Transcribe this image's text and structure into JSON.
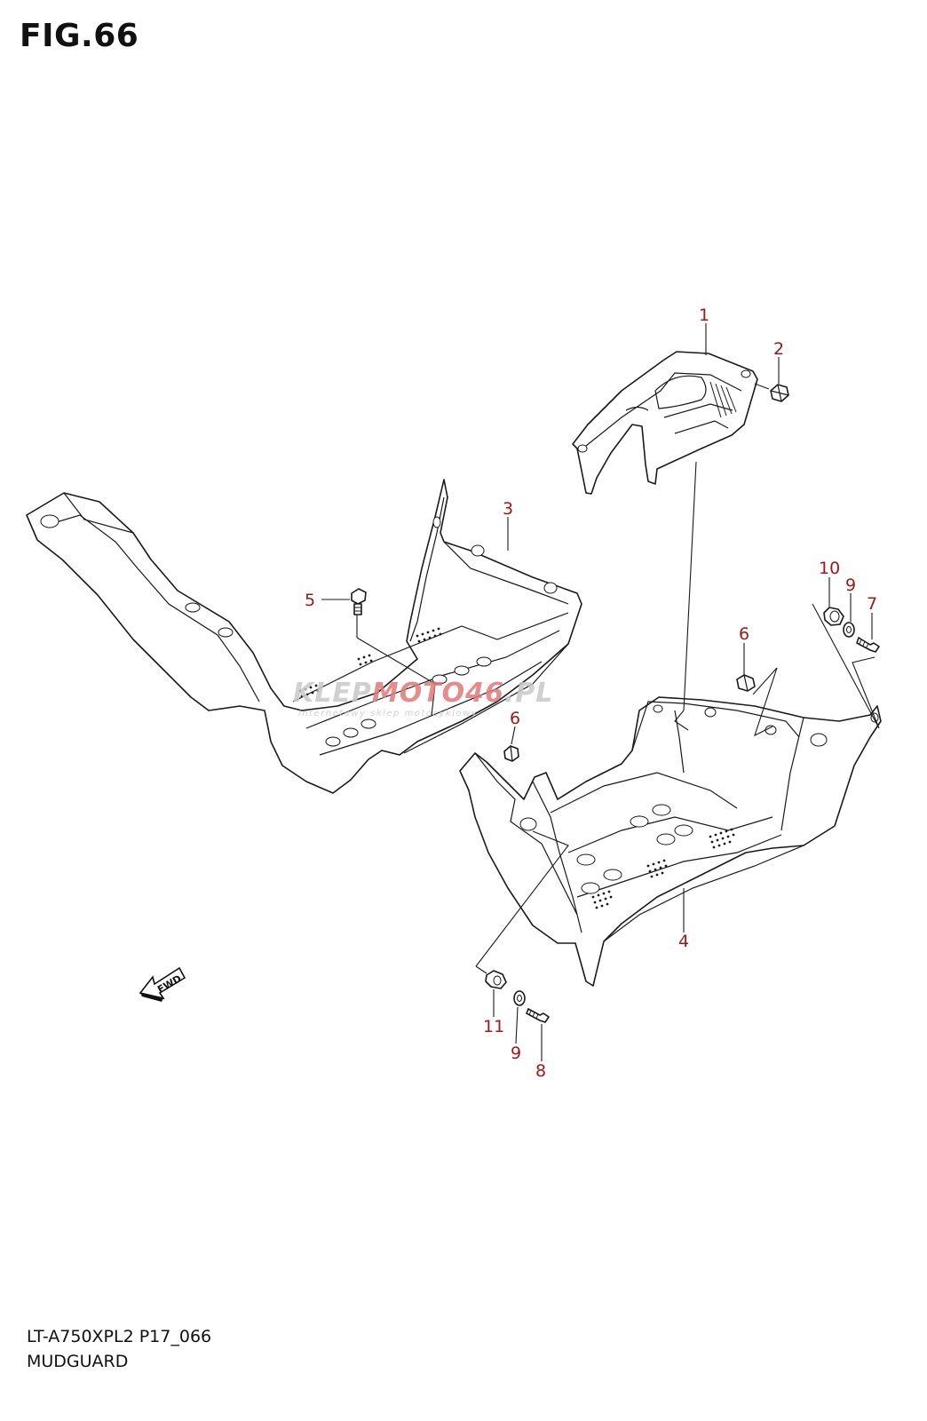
{
  "figure": {
    "title": "FIG.66",
    "model_code": "LT-A750XPL2 P17_066",
    "section_name": "MUDGUARD"
  },
  "callouts": [
    {
      "id": "c1",
      "number": "1"
    },
    {
      "id": "c2",
      "number": "2"
    },
    {
      "id": "c3",
      "number": "3"
    },
    {
      "id": "c4",
      "number": "4"
    },
    {
      "id": "c5",
      "number": "5"
    },
    {
      "id": "c6a",
      "number": "6"
    },
    {
      "id": "c6b",
      "number": "6"
    },
    {
      "id": "c7",
      "number": "7"
    },
    {
      "id": "c8",
      "number": "8"
    },
    {
      "id": "c9a",
      "number": "9"
    },
    {
      "id": "c9b",
      "number": "9"
    },
    {
      "id": "c10",
      "number": "10"
    },
    {
      "id": "c11",
      "number": "11"
    }
  ],
  "fwd_arrow": {
    "label": "FWD",
    "icon": "forward-arrow-icon"
  },
  "watermark": {
    "text_left": "KLEP",
    "text_mid": "MOTO",
    "text_num": "46",
    "text_right": ".PL",
    "subtitle": "internetowy sklep motocyklowy",
    "color_gray": "#c8c8c8",
    "color_red": "#e07a7a"
  },
  "colors": {
    "callout": "#a01818",
    "line": "#1a1a1a"
  }
}
